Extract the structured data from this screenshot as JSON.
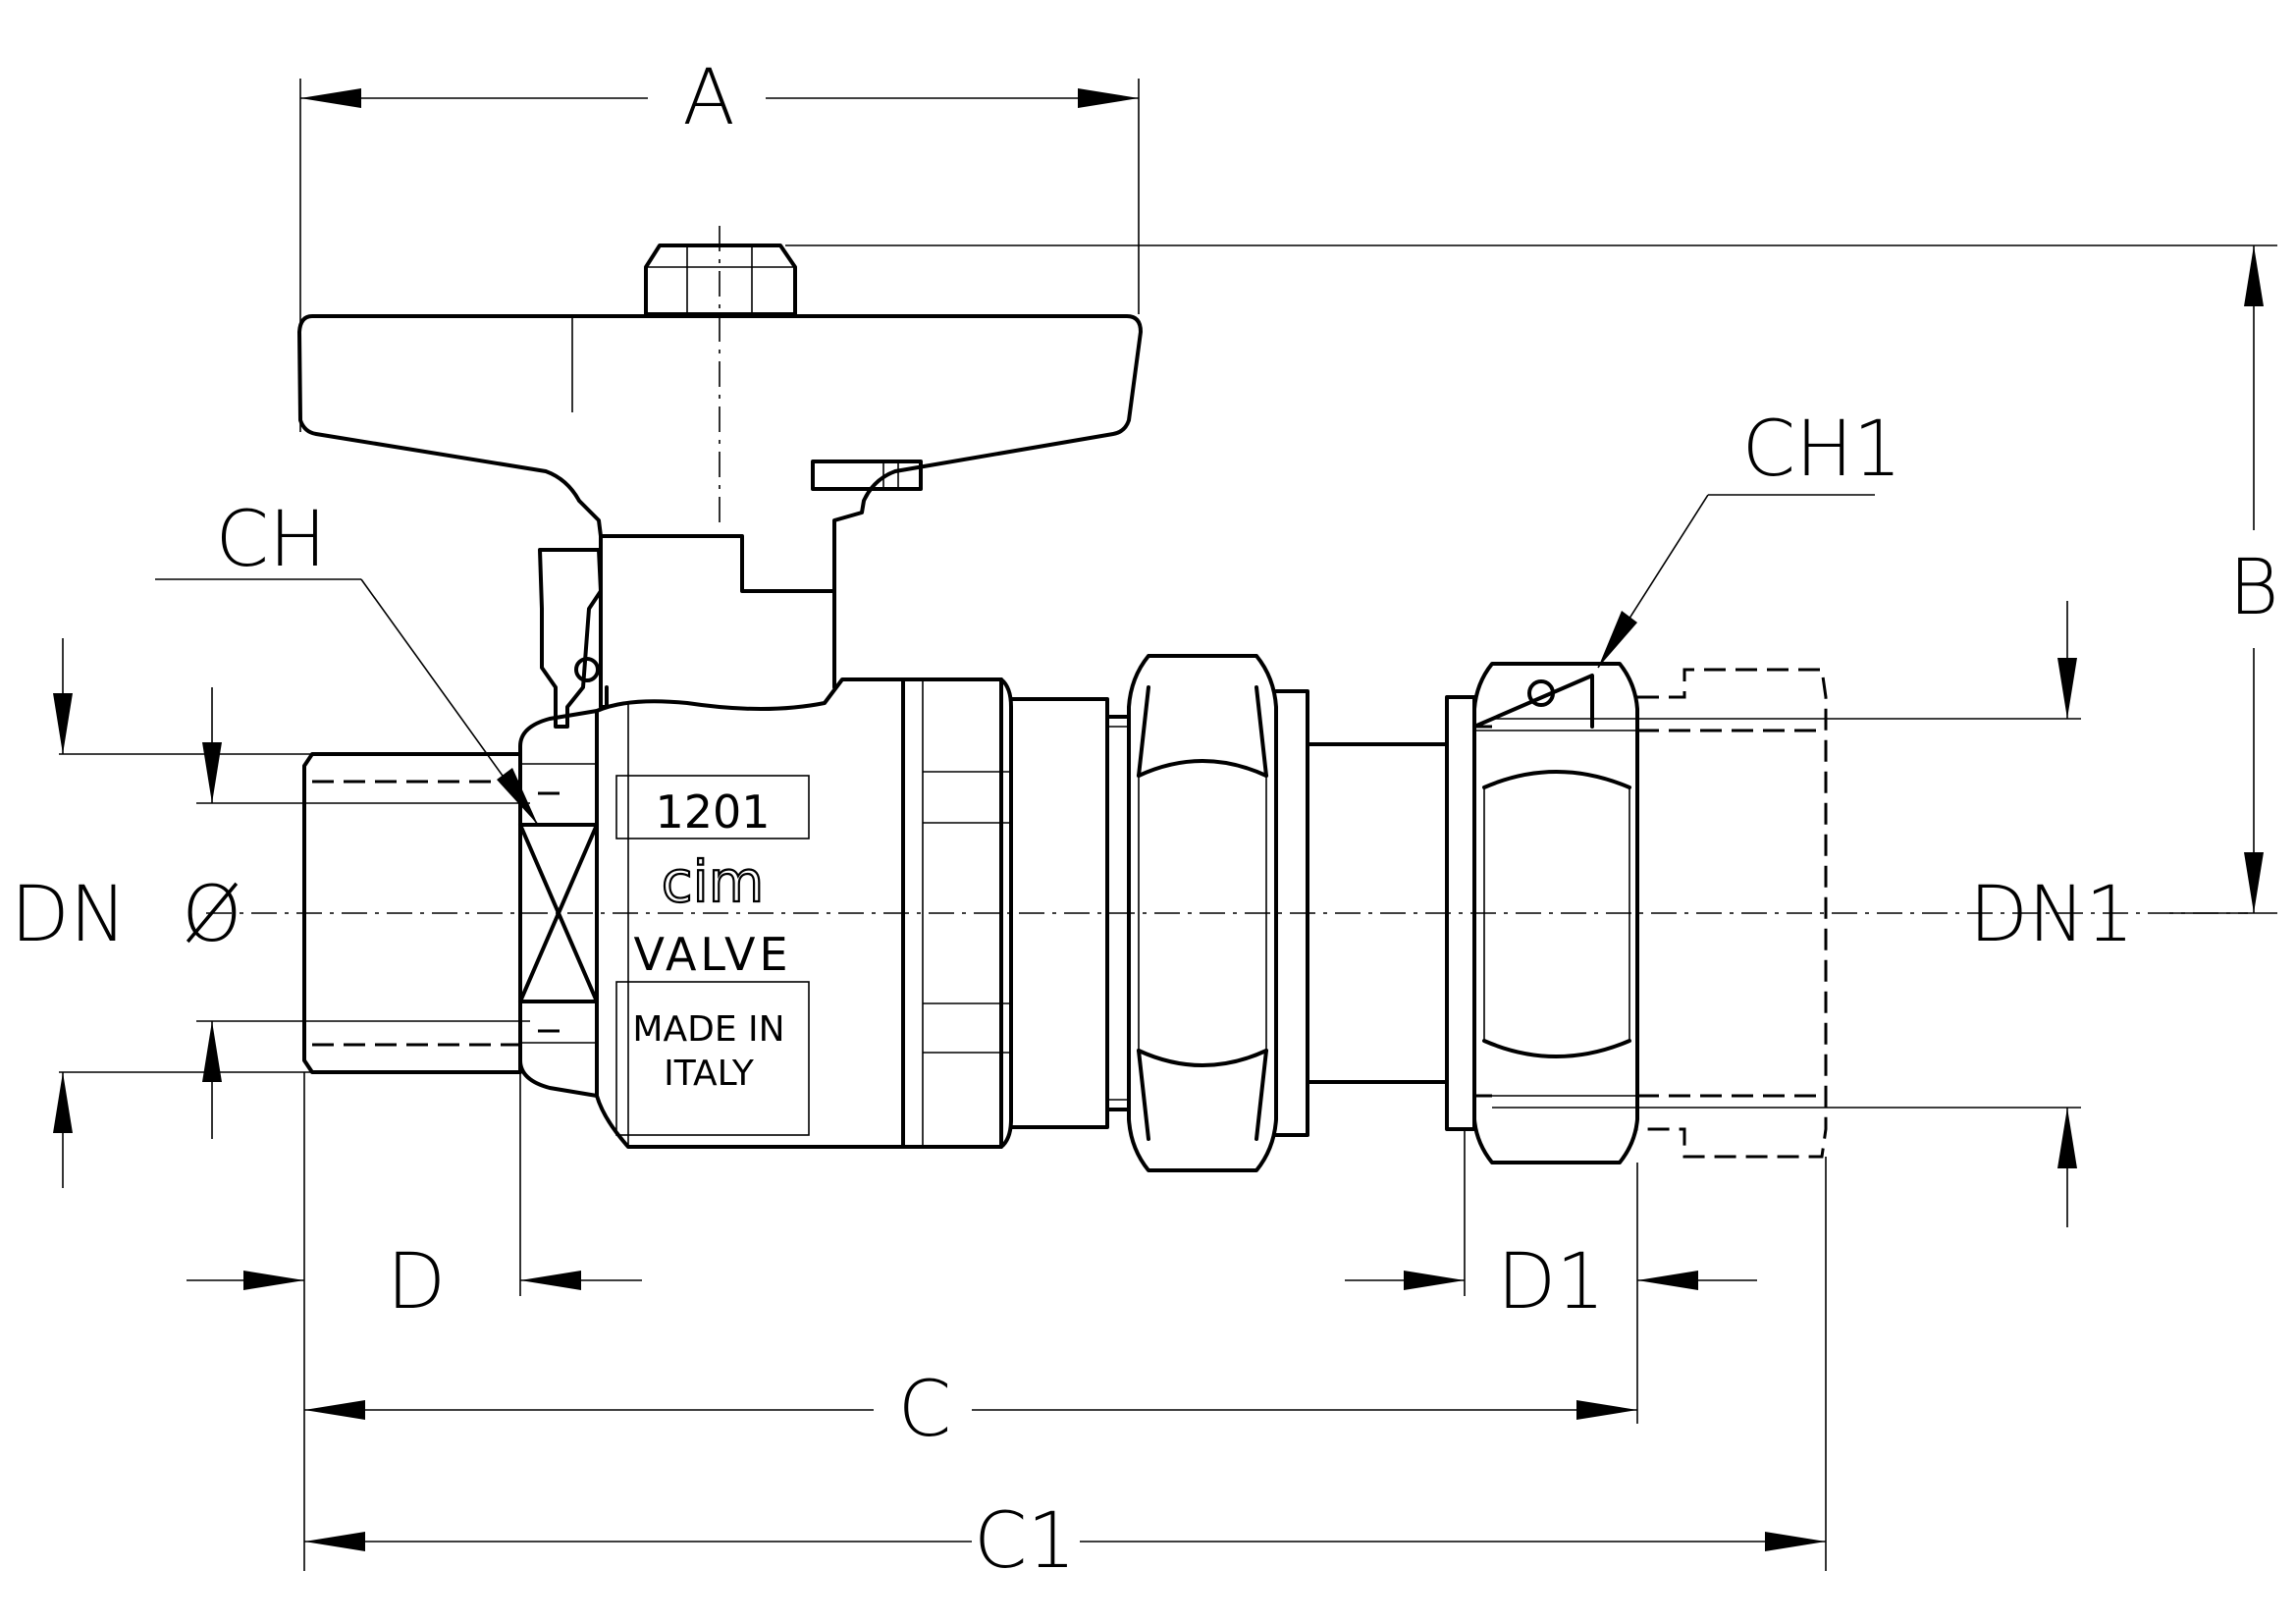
{
  "drawing": {
    "labels": {
      "A": "A",
      "B": "B",
      "C": "C",
      "C1": "C1",
      "D": "D",
      "D1": "D1",
      "DN": "DN",
      "DN1": "DN1",
      "CH": "CH",
      "CH1": "CH1",
      "diameter": "Ø"
    },
    "engraving": {
      "model": "1201",
      "brand": "cim",
      "line": "VALVE",
      "origin_1": "MADE IN",
      "origin_2": "ITALY"
    }
  }
}
